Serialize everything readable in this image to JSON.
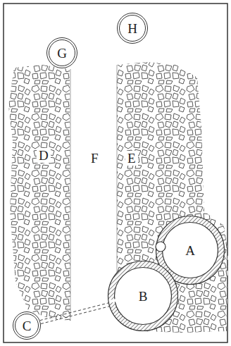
{
  "diagram": {
    "nodes": [
      {
        "text": [
          "H"
        ]
      },
      {
        "text": [
          "G"
        ]
      },
      {
        "text": [
          "A"
        ]
      },
      {
        "text": [
          "B"
        ]
      },
      {
        "text": [
          "C"
        ]
      }
    ],
    "edges": [
      {
        "from": 4,
        "to": 3,
        "arrow": "none"
      }
    ],
    "labels": [
      "D",
      "E",
      "F"
    ]
  }
}
